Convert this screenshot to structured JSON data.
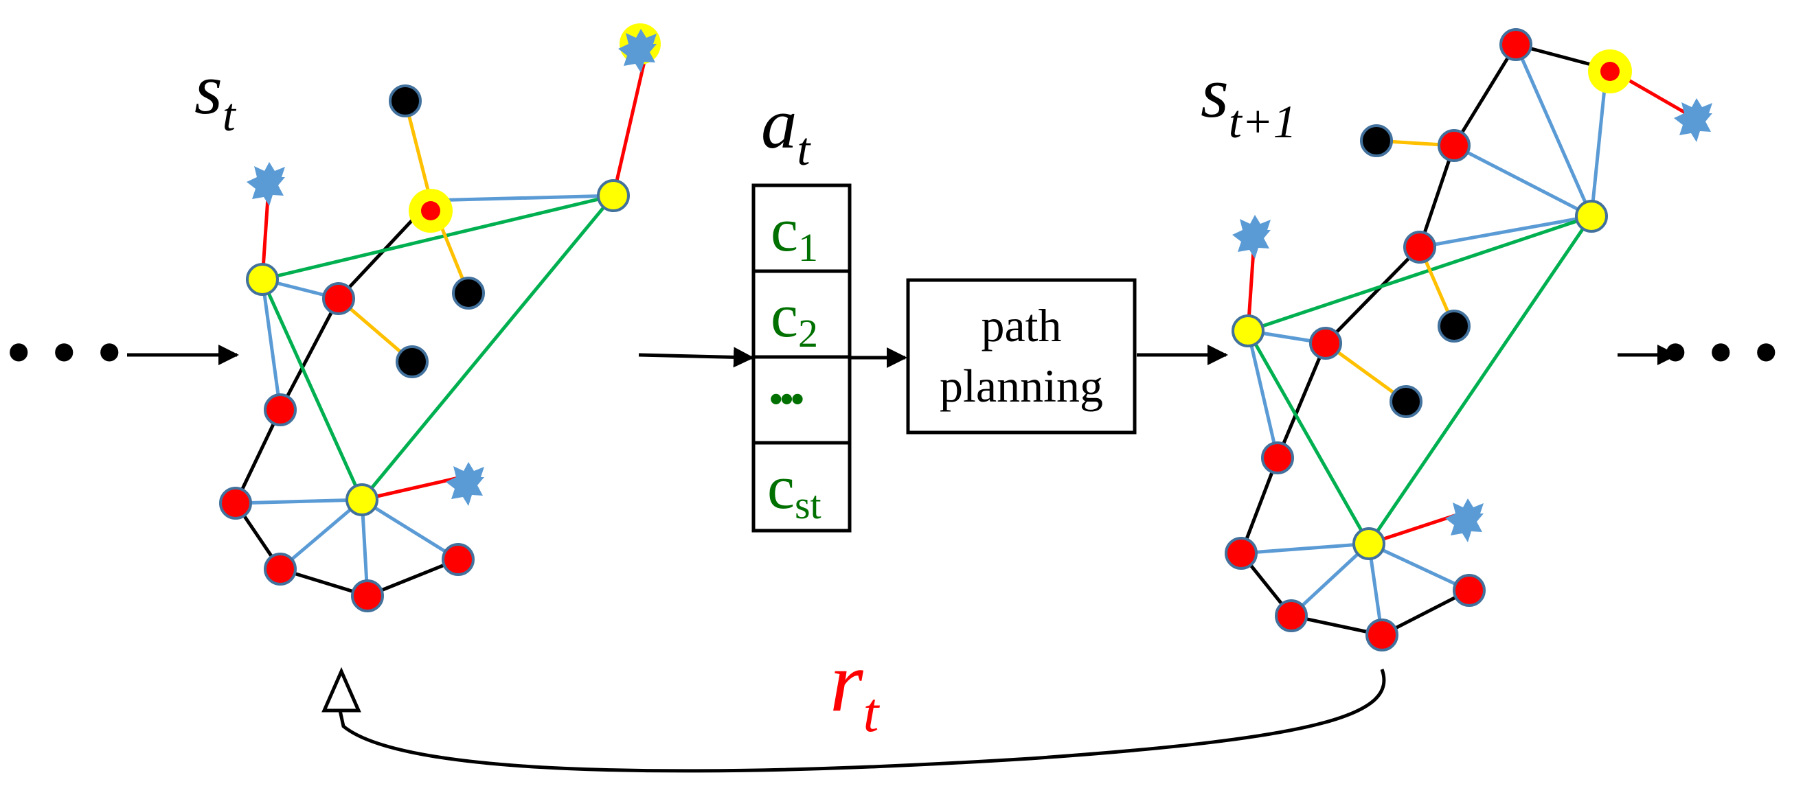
{
  "diagram": {
    "state_t": {
      "base": "s",
      "sub": "t"
    },
    "state_t1": {
      "base": "s",
      "sub": "t+1"
    },
    "action": {
      "base": "a",
      "sub": "t"
    },
    "action_cells": [
      {
        "base": "c",
        "sub": "1"
      },
      {
        "base": "c",
        "sub": "2"
      },
      {
        "base": "•••",
        "sub": ""
      },
      {
        "base": "c",
        "sub": "st"
      }
    ],
    "planner_box": {
      "line1": "path",
      "line2": "planning"
    },
    "reward": {
      "base": "r",
      "sub": "t"
    },
    "ellipsis_left": "• • •",
    "ellipsis_right": "• • •"
  },
  "colors": {
    "red_node": "#ff0000",
    "yellow_node": "#ffff00",
    "black_node": "#000000",
    "node_stroke": "#41719c",
    "star": "#5b9bd5",
    "edge_black": "#000000",
    "edge_blue": "#5b9bd5",
    "edge_green": "#00b050",
    "edge_orange": "#ffc000",
    "edge_red": "#ff0000",
    "action_text": "#007000",
    "reward_text": "#ff0000"
  },
  "icons": [
    "blue-star-icon",
    "highlighted-red-node-icon",
    "arrow-right-icon",
    "triangle-arrowhead-icon"
  ]
}
